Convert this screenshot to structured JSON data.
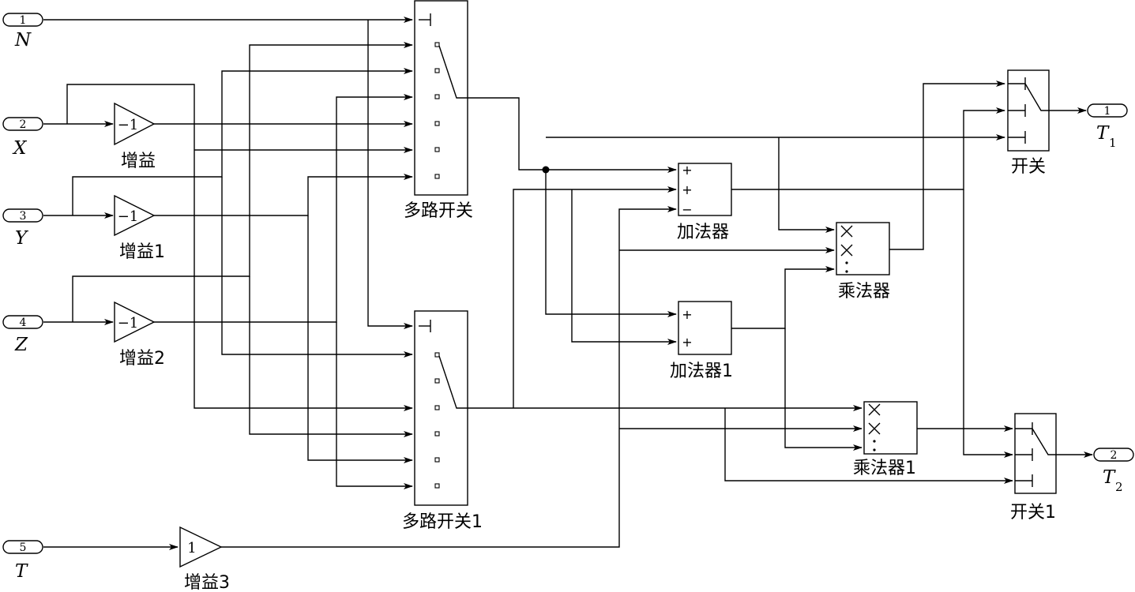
{
  "inports": [
    {
      "num": "1",
      "name": "N"
    },
    {
      "num": "2",
      "name": "X"
    },
    {
      "num": "3",
      "name": "Y"
    },
    {
      "num": "4",
      "name": "Z"
    },
    {
      "num": "5",
      "name": "T"
    }
  ],
  "outports": [
    {
      "num": "1",
      "name": "T",
      "sub": "1"
    },
    {
      "num": "2",
      "name": "T",
      "sub": "2"
    }
  ],
  "gains": [
    {
      "label": "增益",
      "value": "−1"
    },
    {
      "label": "增益1",
      "value": "−1"
    },
    {
      "label": "增益2",
      "value": "−1"
    },
    {
      "label": "增益3",
      "value": "1"
    }
  ],
  "mux": [
    {
      "label": "多路开关"
    },
    {
      "label": "多路开关1"
    }
  ],
  "adders": [
    {
      "label": "加法器",
      "signs": [
        "+",
        "+",
        "−"
      ]
    },
    {
      "label": "加法器1",
      "signs": [
        "+",
        "+"
      ]
    }
  ],
  "multipliers": [
    {
      "label": "乘法器"
    },
    {
      "label": "乘法器1"
    }
  ],
  "switches": [
    {
      "label": "开关"
    },
    {
      "label": "开关1"
    }
  ]
}
